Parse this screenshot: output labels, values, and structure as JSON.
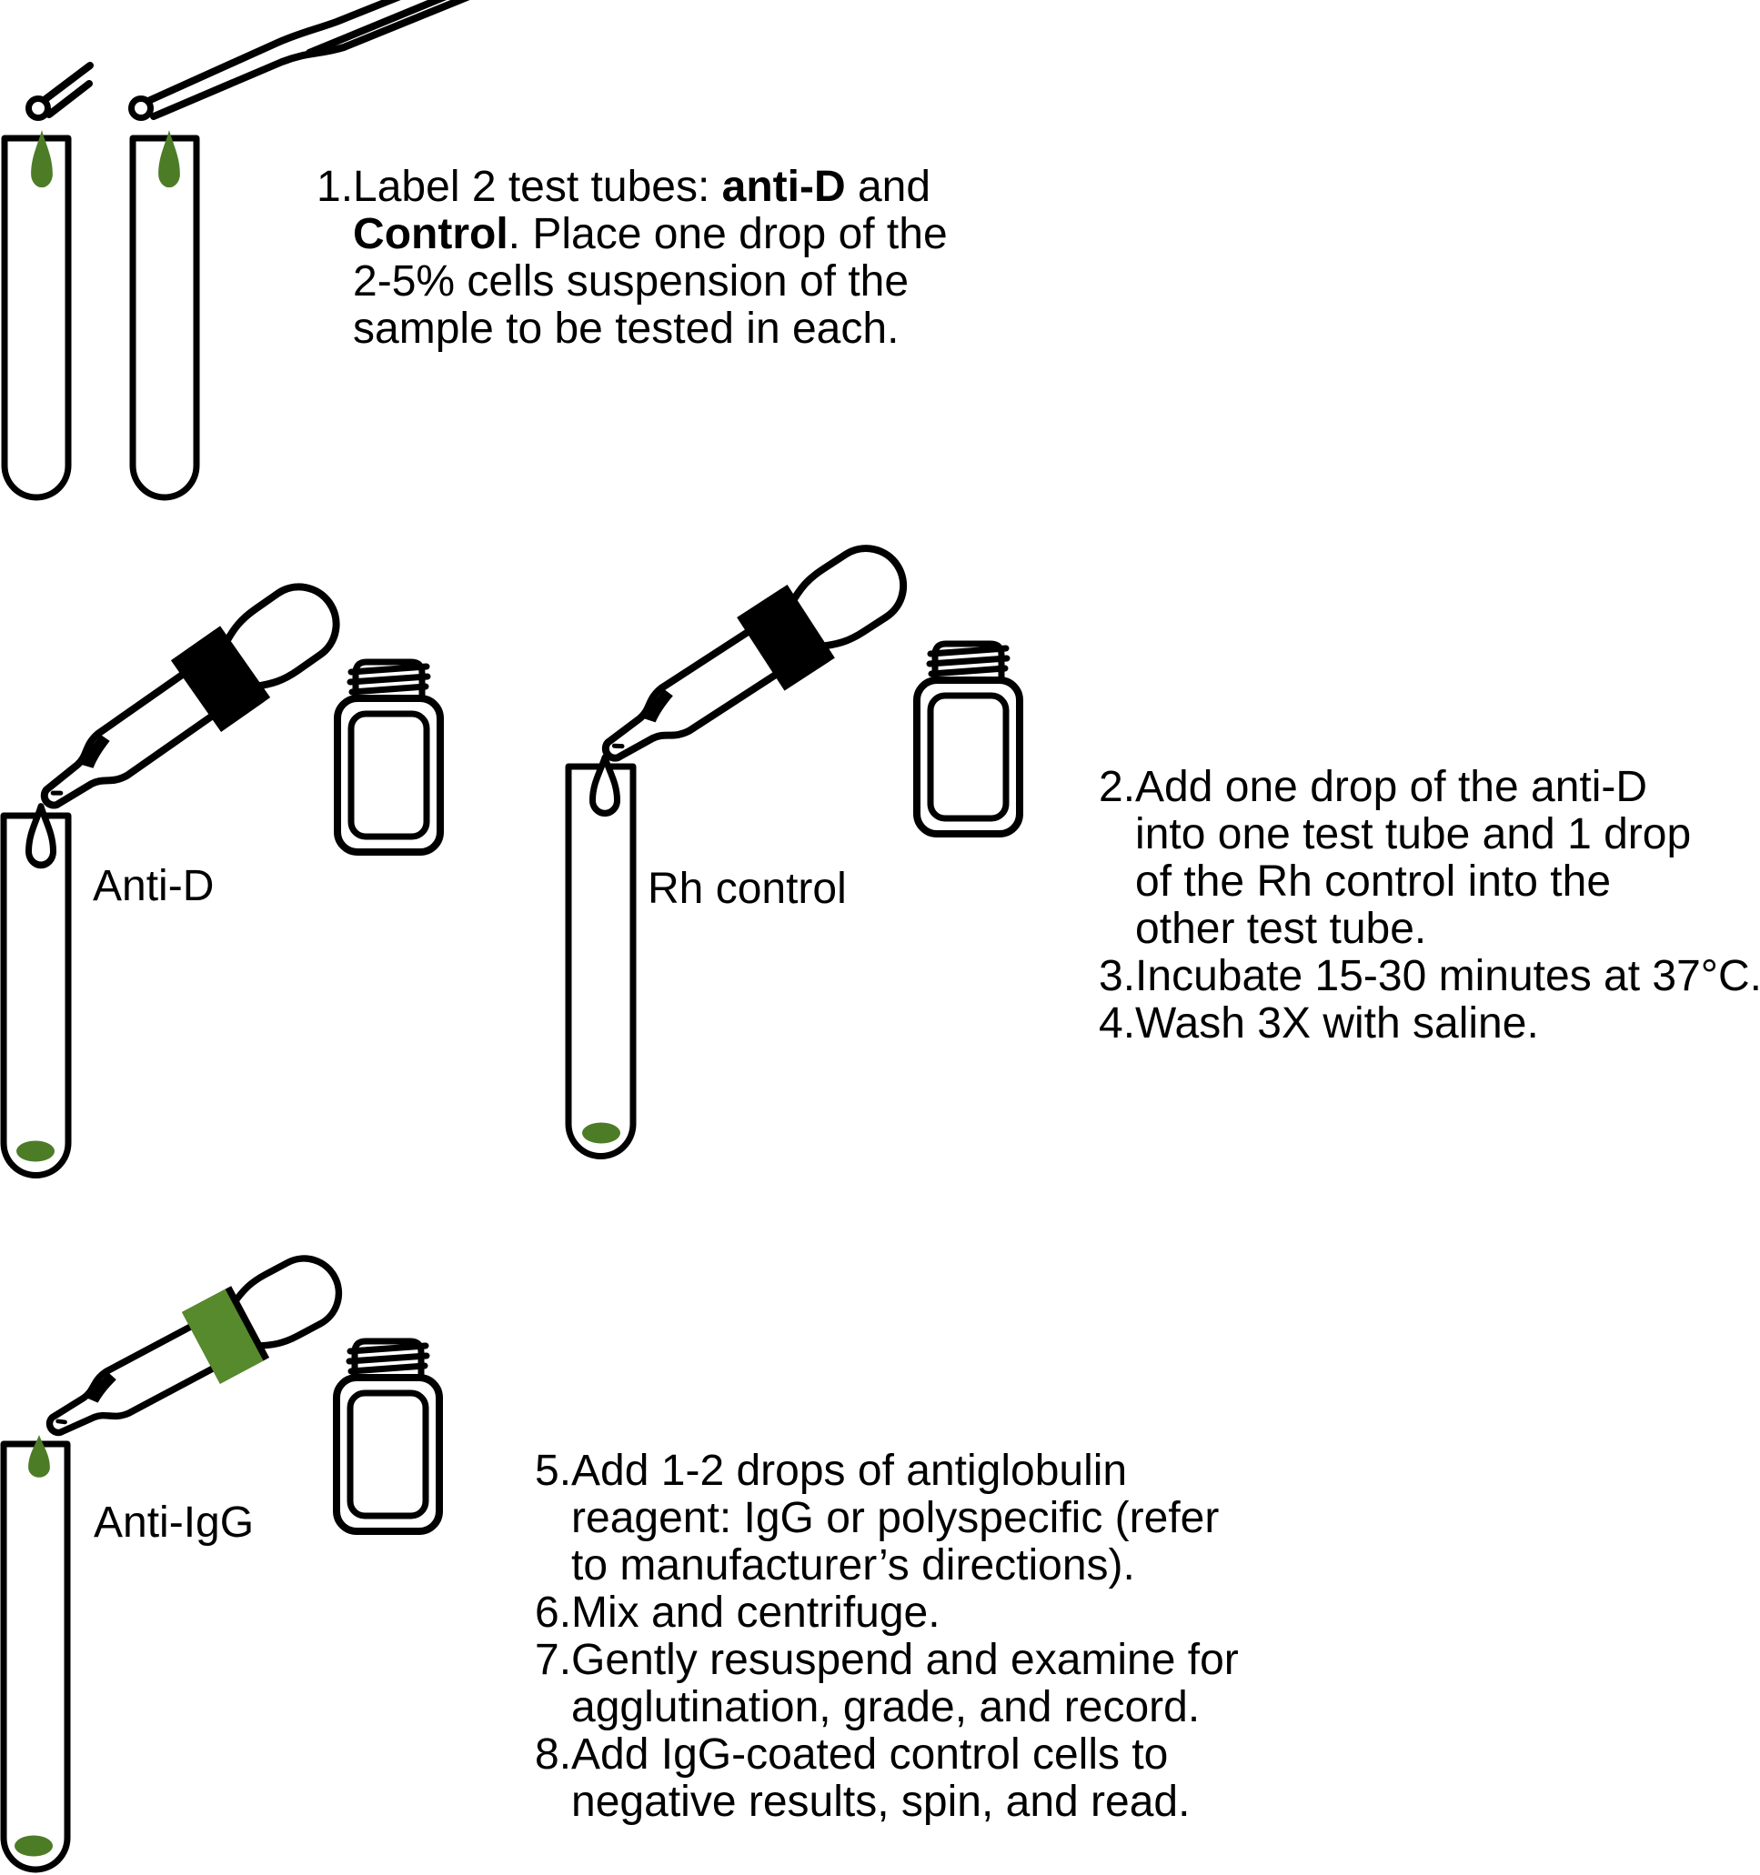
{
  "labels": {
    "anti_d": "Anti-D",
    "rh_control": "Rh control",
    "anti_igg": "Anti-IgG"
  },
  "steps_block_1": {
    "items": [
      {
        "num": "1.",
        "lines": [
          [
            {
              "text": "Label 2 test tubes: "
            },
            {
              "text": "anti-D",
              "bold": true
            },
            {
              "text": " and"
            }
          ],
          [
            {
              "text": "Control",
              "bold": true
            },
            {
              "text": ". Place one drop of the"
            }
          ],
          [
            {
              "text": "2-5% cells suspension of the"
            }
          ],
          [
            {
              "text": "sample to be tested in each."
            }
          ]
        ]
      }
    ]
  },
  "steps_block_2": {
    "items": [
      {
        "num": "2.",
        "lines": [
          [
            {
              "text": "Add one drop of the anti-D"
            }
          ],
          [
            {
              "text": "into one test tube and 1 drop"
            }
          ],
          [
            {
              "text": "of the Rh control into the"
            }
          ],
          [
            {
              "text": "other test tube."
            }
          ]
        ]
      },
      {
        "num": "3.",
        "lines": [
          [
            {
              "text": "Incubate 15-30 minutes at 37°C."
            }
          ]
        ]
      },
      {
        "num": "4.",
        "lines": [
          [
            {
              "text": "Wash 3X with saline."
            }
          ]
        ]
      }
    ]
  },
  "steps_block_3": {
    "items": [
      {
        "num": "5.",
        "lines": [
          [
            {
              "text": "Add 1-2 drops of antiglobulin"
            }
          ],
          [
            {
              "text": "reagent: IgG or polyspecific (refer"
            }
          ],
          [
            {
              "text": "to manufacturer’s directions)."
            }
          ]
        ]
      },
      {
        "num": "6.",
        "lines": [
          [
            {
              "text": "Mix and centrifuge."
            }
          ]
        ]
      },
      {
        "num": "7.",
        "lines": [
          [
            {
              "text": "Gently resuspend and examine for"
            }
          ],
          [
            {
              "text": "agglutination, grade, and record."
            }
          ]
        ]
      },
      {
        "num": "8.",
        "lines": [
          [
            {
              "text": "Add IgG-coated control cells to"
            }
          ],
          [
            {
              "text": "negative results, spin, and read."
            }
          ]
        ]
      }
    ]
  },
  "colors": {
    "ink": "#000000",
    "paper": "#ffffff",
    "drop_green": "#4d7c27",
    "collar_green": "#578a2c"
  },
  "icons": {
    "test_tube": "test-tube-outline",
    "eye_dropper": "eye-dropper",
    "reagent_bottle": "reagent-bottle",
    "pipette": "pasteur-pipette",
    "drop": "liquid-drop",
    "cell_button": "sediment-ellipse"
  }
}
